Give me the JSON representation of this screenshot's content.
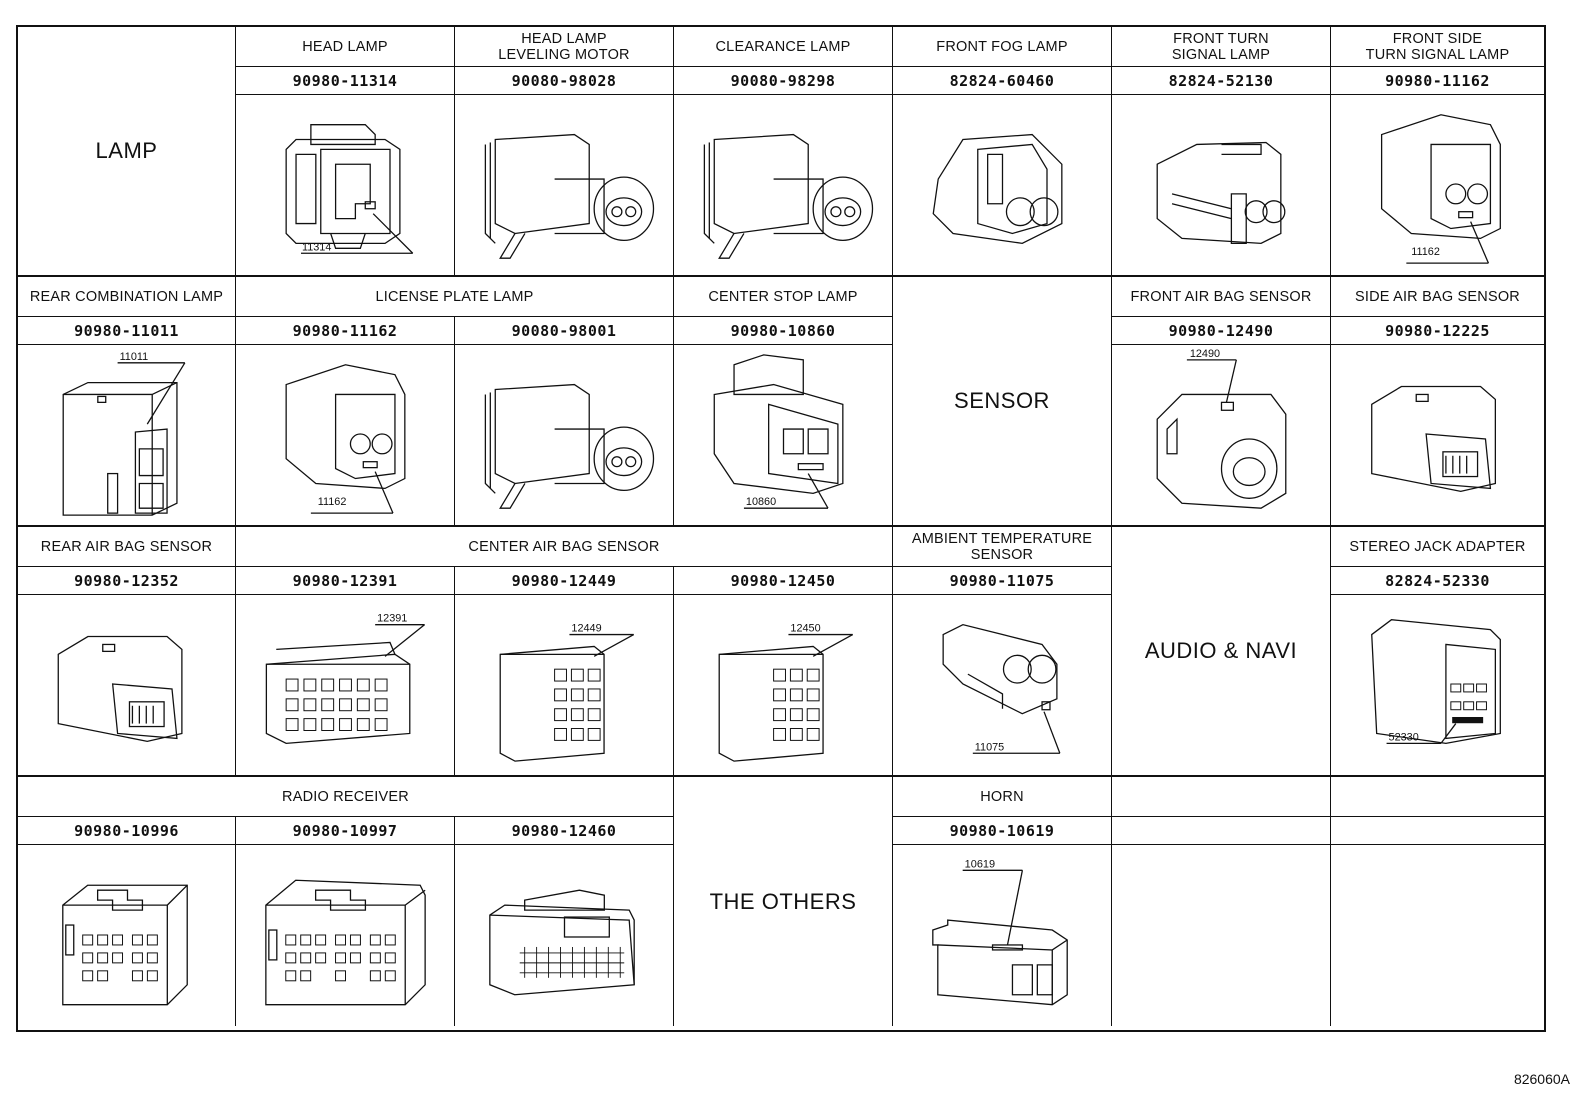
{
  "groups": {
    "lamp": "LAMP",
    "sensor": "SENSOR",
    "audio_navi": "AUDIO & NAVI",
    "others": "THE OTHERS"
  },
  "row1": [
    {
      "name": "HEAD LAMP",
      "part": "90980-11314",
      "code": "11314"
    },
    {
      "name": "HEAD LAMP\nLEVELING MOTOR",
      "part": "90080-98028",
      "code": ""
    },
    {
      "name": "CLEARANCE LAMP",
      "part": "90080-98298",
      "code": ""
    },
    {
      "name": "FRONT FOG LAMP",
      "part": "82824-60460",
      "code": ""
    },
    {
      "name": "FRONT TURN\nSIGNAL LAMP",
      "part": "82824-52130",
      "code": ""
    },
    {
      "name": "FRONT SIDE\nTURN SIGNAL LAMP",
      "part": "90980-11162",
      "code": "11162"
    }
  ],
  "row2": {
    "rear_combination": {
      "name": "REAR COMBINATION LAMP",
      "part": "90980-11011",
      "code": "11011"
    },
    "license_plate": {
      "name": "LICENSE PLATE LAMP",
      "parts": [
        {
          "part": "90980-11162",
          "code": "11162"
        },
        {
          "part": "90080-98001",
          "code": ""
        }
      ]
    },
    "center_stop": {
      "name": "CENTER STOP LAMP",
      "part": "90980-10860",
      "code": "10860"
    },
    "front_airbag": {
      "name": "FRONT AIR BAG SENSOR",
      "part": "90980-12490",
      "code": "12490"
    },
    "side_airbag": {
      "name": "SIDE AIR BAG SENSOR",
      "part": "90980-12225",
      "code": ""
    }
  },
  "row3": {
    "rear_airbag": {
      "name": "REAR AIR BAG SENSOR",
      "part": "90980-12352",
      "code": ""
    },
    "center_airbag": {
      "name": "CENTER AIR BAG SENSOR",
      "parts": [
        {
          "part": "90980-12391",
          "code": "12391"
        },
        {
          "part": "90980-12449",
          "code": "12449"
        },
        {
          "part": "90980-12450",
          "code": "12450"
        }
      ]
    },
    "ambient": {
      "name": "AMBIENT TEMPERATURE\nSENSOR",
      "part": "90980-11075",
      "code": "11075"
    },
    "stereo_jack": {
      "name": "STEREO JACK ADAPTER",
      "part": "82824-52330",
      "code": "52330"
    }
  },
  "row4": {
    "radio": {
      "name": "RADIO RECEIVER",
      "parts": [
        {
          "part": "90980-10996",
          "code": ""
        },
        {
          "part": "90980-10997",
          "code": ""
        },
        {
          "part": "90980-12460",
          "code": ""
        }
      ]
    },
    "horn": {
      "name": "HORN",
      "part": "90980-10619",
      "code": "10619"
    }
  },
  "figure_ref": "826060A"
}
